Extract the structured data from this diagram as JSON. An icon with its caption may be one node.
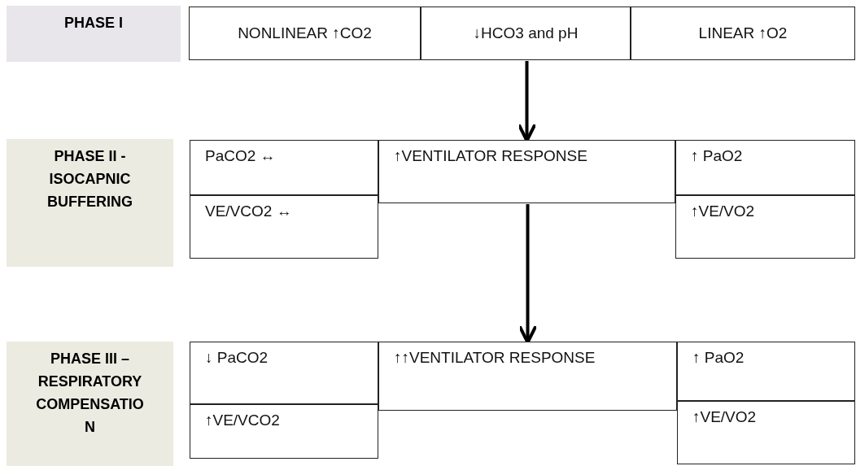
{
  "diagram": {
    "nodes": [
      {
        "text": [
          "PHASE I"
        ]
      },
      {
        "text": [
          "NONLINEAR ↑CO2"
        ]
      },
      {
        "text": [
          "↓HCO3 and pH"
        ]
      },
      {
        "text": [
          "LINEAR ↑O2"
        ]
      },
      {
        "text": [
          "PHASE II - ISOCAPNIC BUFFERING"
        ]
      },
      {
        "text": [
          "PaCO2 ↔"
        ]
      },
      {
        "text": [
          "↑VENTILATOR RESPONSE"
        ]
      },
      {
        "text": [
          "↑ PaO2"
        ]
      },
      {
        "text": [
          "VE/VCO2 ↔"
        ]
      },
      {
        "text": [
          "↑VE/VO2"
        ]
      },
      {
        "text": [
          "PHASE III – RESPIRATORY COMPENSATIO N"
        ]
      },
      {
        "text": [
          "↓ PaCO2"
        ]
      },
      {
        "text": [
          "↑↑VENTILATOR RESPONSE"
        ]
      },
      {
        "text": [
          "↑ PaO2"
        ]
      },
      {
        "text": [
          "↑VE/VCO2"
        ]
      },
      {
        "text": [
          "↑VE/VO2"
        ]
      }
    ],
    "edges": [
      {
        "from": 2,
        "to": 6,
        "arrow": "to"
      },
      {
        "from": 6,
        "to": 12,
        "arrow": "to"
      }
    ]
  }
}
